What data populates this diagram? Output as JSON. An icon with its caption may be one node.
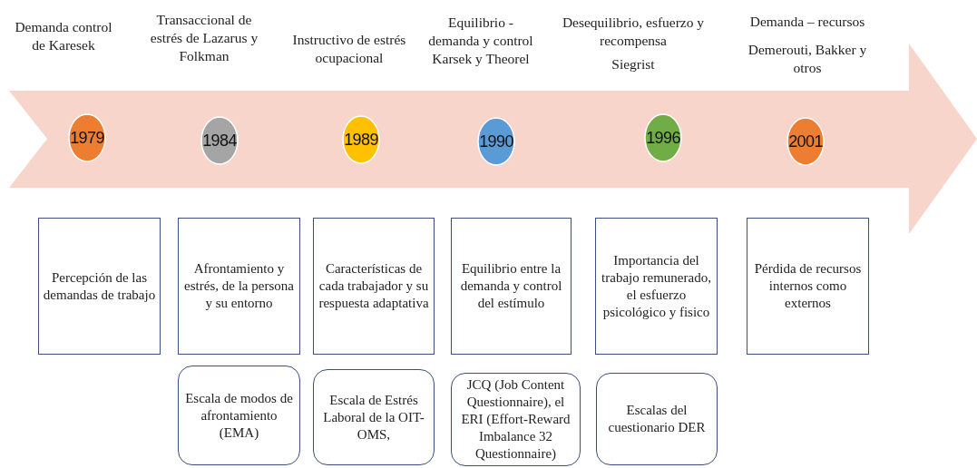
{
  "diagram": {
    "nodes": [
      {
        "text": [
          "1979"
        ]
      },
      {
        "text": [
          "1984"
        ]
      },
      {
        "text": [
          "1989"
        ]
      },
      {
        "text": [
          "1990"
        ]
      },
      {
        "text": [
          "1996"
        ]
      },
      {
        "text": [
          "2001"
        ]
      },
      {
        "text": [
          "Percepción de las demandas de trabajo"
        ]
      },
      {
        "text": [
          "Afrontamiento y estrés,  de la persona y su entorno"
        ]
      },
      {
        "text": [
          "Características de cada trabajador y su respuesta adaptativa"
        ]
      },
      {
        "text": [
          "Equilibrio entre la demanda y control del estímulo"
        ]
      },
      {
        "text": [
          "Importancia del trabajo remunerado, el esfuerzo psicológico y fisico"
        ]
      },
      {
        "text": [
          "Pérdida de recursos internos como externos"
        ]
      },
      {
        "text": [
          "Escala de modos de afrontamiento (EMA)"
        ]
      },
      {
        "text": [
          "Escala de Estrés Laboral de la OIT- OMS,"
        ]
      },
      {
        "text": [
          "JCQ (Job Content Questionnaire), el ERI (Effort-Reward Imbalance 32 Questionnaire)"
        ]
      },
      {
        "text": [
          "Escalas del cuestionario DER"
        ]
      }
    ],
    "labels": [
      "Demanda control de Karesek",
      "Transaccional de estrés de Lazarus y Folkman",
      "Instructivo de estrés ocupacional",
      "Equilibrio - demanda y control Karsek y Theorel",
      "Desequilibrio, esfuerzo y recompensa",
      "Demanda – recursos",
      "Siegrist",
      "Demerouti, Bakker y otros"
    ]
  }
}
